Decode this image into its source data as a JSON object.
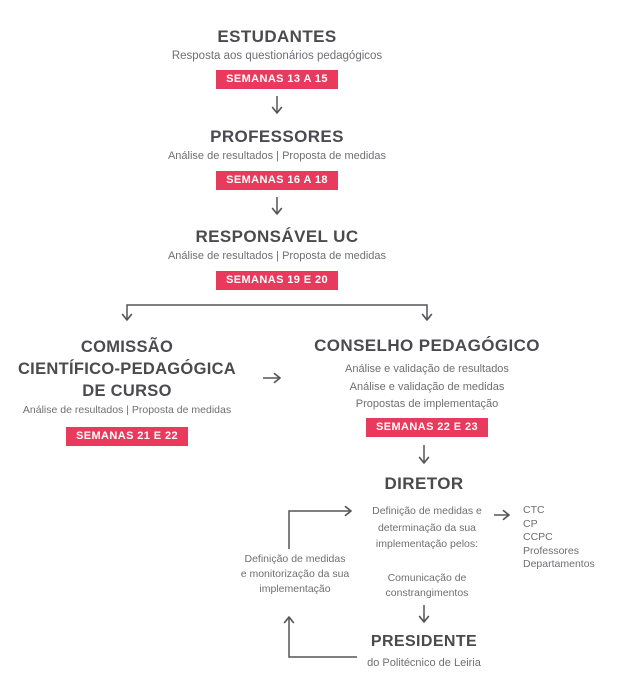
{
  "palette": {
    "background": "#ffffff",
    "accent": "#e83a5c",
    "heading": "#4a4a4f",
    "body": "#6f6f74",
    "line": "#55555a",
    "badge_text": "#ffffff"
  },
  "flow": {
    "estudantes": {
      "title": "ESTUDANTES",
      "subtitle": "Resposta aos questionários pedagógicos",
      "badge": "SEMANAS 13 A 15"
    },
    "professores": {
      "title": "PROFESSORES",
      "subtitle": "Análise de resultados | Proposta de medidas",
      "badge": "SEMANAS 16 A 18"
    },
    "responsavel_uc": {
      "title": "RESPONSÁVEL UC",
      "subtitle": "Análise de resultados | Proposta de medidas",
      "badge": "SEMANAS 19 E 20"
    },
    "comissao": {
      "title_lines": [
        "COMISSÃO",
        "CIENTÍFICO-PEDAGÓGICA",
        "DE CURSO"
      ],
      "subtitle": "Análise de resultados | Proposta de medidas",
      "badge": "SEMANAS 21 E 22"
    },
    "conselho": {
      "title": "CONSELHO PEDAGÓGICO",
      "lines": [
        "Análise e validação de resultados",
        "Análise e validação de medidas",
        "Propostas de implementação"
      ],
      "badge": "SEMANAS 22 E 23"
    },
    "diretor": {
      "title": "DIRETOR",
      "description_lines": [
        "Definição de medidas e",
        "determinação da sua",
        "implementação pelos:"
      ],
      "delegates": [
        "CTC",
        "CP",
        "CCPC",
        "Professores",
        "Departamentos"
      ],
      "communication_lines": [
        "Comunicação de",
        "constrangimentos"
      ]
    },
    "monitoring": {
      "lines": [
        "Definição de medidas",
        "e monitorização da sua",
        "implementação"
      ]
    },
    "presidente": {
      "title": "PRESIDENTE",
      "subtitle": "do Politécnico de Leiria"
    }
  }
}
